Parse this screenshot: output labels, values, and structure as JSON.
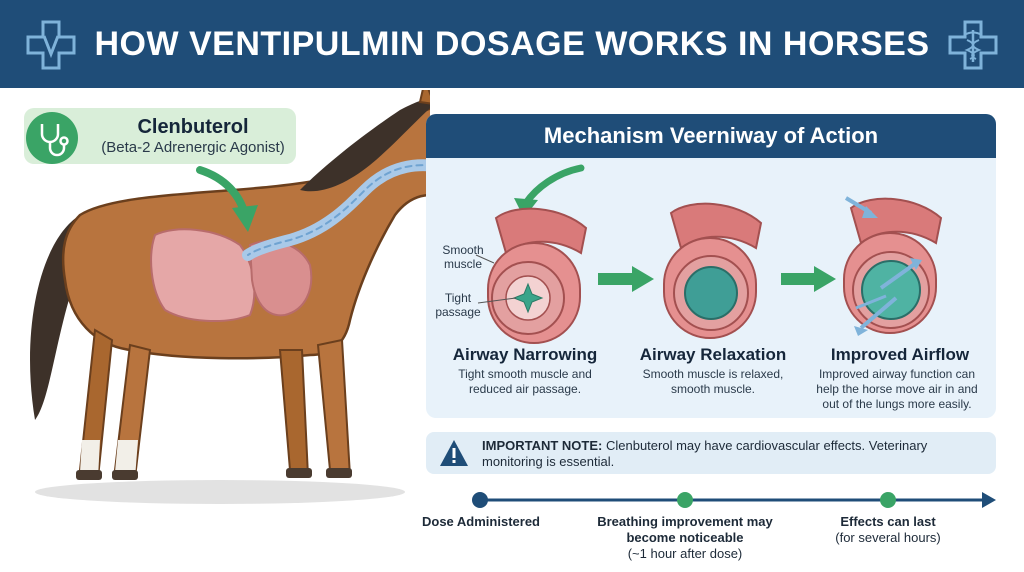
{
  "header": {
    "title": "HOW VENTIPULMIN DOSAGE WORKS IN HORSES"
  },
  "drug": {
    "name": "Clenbuterol",
    "class": "(Beta-2 Adrenergic Agonist)"
  },
  "mechanism": {
    "title": "Mechanism Veerniway of Action",
    "callouts": {
      "smooth_muscle": "Smooth muscle",
      "tight_passage": "Tight passage"
    },
    "stages": [
      {
        "title": "Airway Narrowing",
        "desc": "Tight smooth muscle and reduced air passage."
      },
      {
        "title": "Airway Relaxation",
        "desc": "Smooth muscle is relaxed, smooth muscle."
      },
      {
        "title": "Improved Airflow",
        "desc": "Improved airway function can help the horse move air in and out of the lungs more easily."
      }
    ]
  },
  "note": {
    "label": "IMPORTANT NOTE:",
    "text": "Clenbuterol may have cardiovascular effects. Veterinary monitoring is essential."
  },
  "timeline": [
    {
      "title": "Dose Administered",
      "sub": ""
    },
    {
      "title": "Breathing improvement may become noticeable",
      "sub": "(~1 hour after dose)"
    },
    {
      "title": "Effects can last",
      "sub": "(for several hours)"
    }
  ],
  "colors": {
    "navy": "#1f4d78",
    "green": "#3aa466",
    "mint": "#d9eed9",
    "panel": "#e8f2fa",
    "horse": "#b8743e",
    "airway": "#d97a7a"
  }
}
